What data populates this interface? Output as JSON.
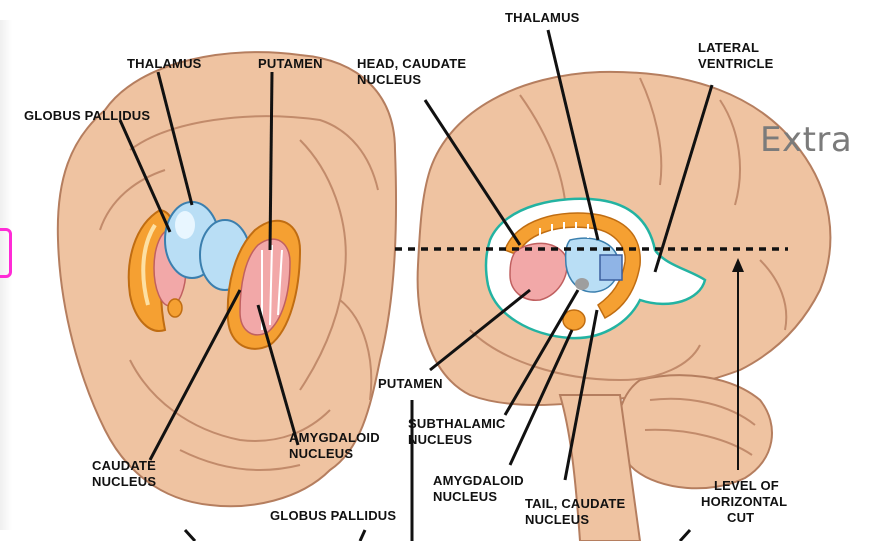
{
  "labels": {
    "left_thalamus": "THALAMUS",
    "left_putamen": "PUTAMEN",
    "left_globus": "GLOBUS PALLIDUS",
    "left_caudate_1": "CAUDATE",
    "left_caudate_2": "NUCLEUS",
    "left_amygdaloid_1": "AMYGDALOID",
    "left_amygdaloid_2": "NUCLEUS",
    "globus_bottom": "GLOBUS PALLIDUS",
    "head_caudate_1": "HEAD, CAUDATE",
    "head_caudate_2": "NUCLEUS",
    "right_thalamus": "THALAMUS",
    "lateral_1": "LATERAL",
    "lateral_2": "VENTRICLE",
    "putamen_mid": "PUTAMEN",
    "subthalamic_1": "SUBTHALAMIC",
    "subthalamic_2": "NUCLEUS",
    "amygdaloid_right_1": "AMYGDALOID",
    "amygdaloid_right_2": "NUCLEUS",
    "tail_caudate_1": "TAIL, CAUDATE",
    "tail_caudate_2": "NUCLEUS",
    "level_1": "LEVEL OF",
    "level_2": "HORIZONTAL",
    "level_3": "CUT"
  },
  "overlay": {
    "extra": "Extra"
  },
  "colors": {
    "brain": "#efc3a1",
    "brain_stroke": "#b57e5f",
    "thalamus_blue": "#b9def5",
    "putamen_pink": "#f2a8a8",
    "orange": "#f5a032",
    "teal": "#23b3a2",
    "marker_pink": "#ff2bd6",
    "overlay_gray": "#7b7b7b"
  }
}
